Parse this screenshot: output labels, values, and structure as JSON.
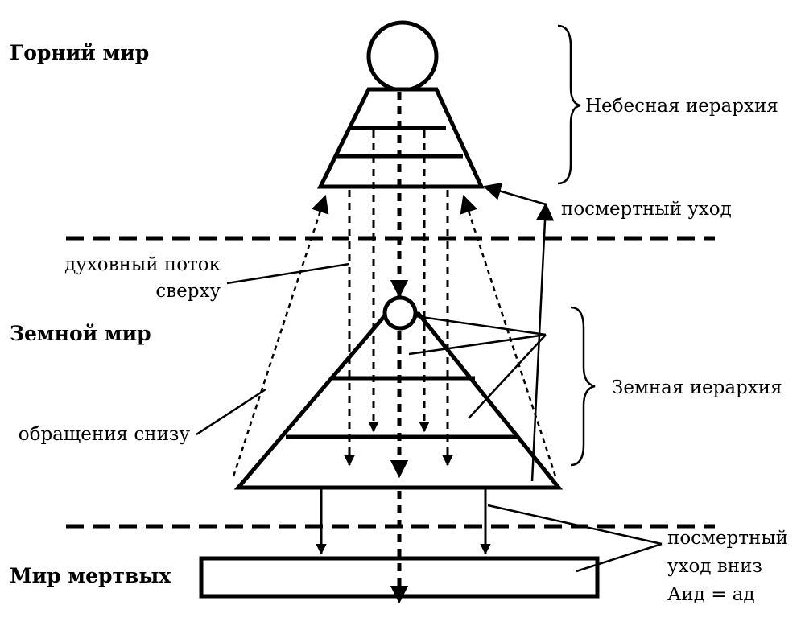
{
  "realms": {
    "upper": "Горний мир",
    "earthly": "Земной мир",
    "dead": "Мир мертвых"
  },
  "annotations": {
    "heavenly_hierarchy": "Небесная иерархия",
    "posthumous_departure": "посмертный уход",
    "spiritual_flow_line1": "духовный поток",
    "spiritual_flow_line2": "сверху",
    "earthly_hierarchy": "Земная иерархия",
    "appeals_from_below": "обращения снизу",
    "departure_down_line1": "посмертный",
    "departure_down_line2": "уход вниз",
    "departure_down_line3": "Аид = ад"
  },
  "colors": {
    "ink": "#000000",
    "background": "#ffffff"
  }
}
